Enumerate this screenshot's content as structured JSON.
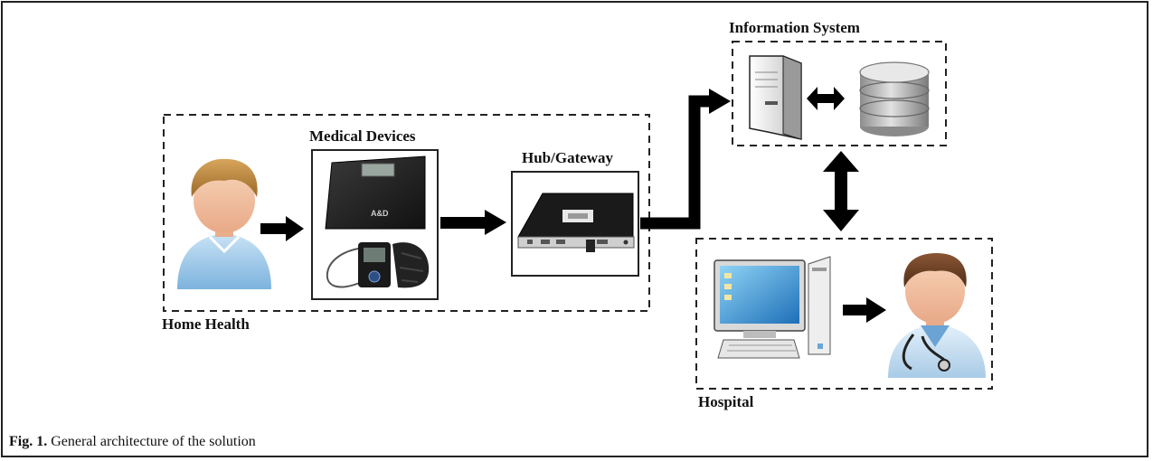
{
  "labels": {
    "home_health": "Home Health",
    "medical_devices": "Medical Devices",
    "hub_gateway": "Hub/Gateway",
    "information_system": "Information System",
    "hospital": "Hospital"
  },
  "device_brand": "A&D",
  "caption": {
    "prefix": "Fig. 1.",
    "text": "General architecture of the solution"
  },
  "icons": {
    "patient": "patient-icon",
    "scale": "weight-scale-icon",
    "bp_monitor": "blood-pressure-monitor-icon",
    "gateway": "gateway-device-icon",
    "server": "server-icon",
    "database": "database-icon",
    "computer": "desktop-computer-icon",
    "doctor": "doctor-icon"
  }
}
